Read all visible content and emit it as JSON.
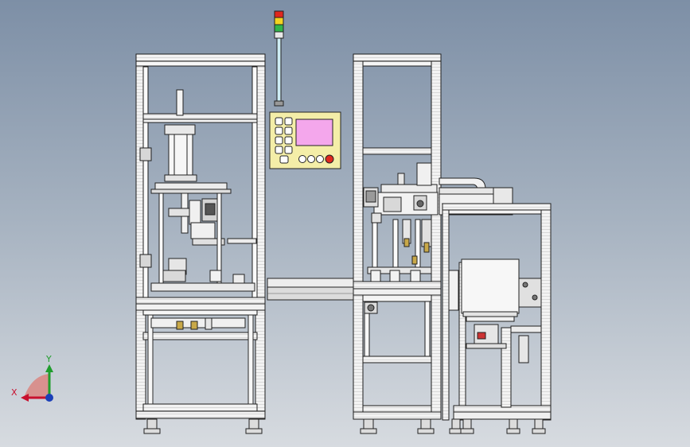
{
  "viewport": {
    "background": "gradient-blue-grey"
  },
  "triad": {
    "x_label": "X",
    "y_label": "Y",
    "colors": {
      "x": "#c8102e",
      "y": "#1f9d2c",
      "z": "#1b3fb8",
      "floor": "#d98a86"
    }
  },
  "machine": {
    "frame_color": "#f2f2f2",
    "panel_color": "#f4eea8",
    "screen_color": "#f4a7ec",
    "tower_lights": [
      "#e0281e",
      "#f3d321",
      "#32b44a"
    ],
    "estop_color": "#e0281e"
  }
}
